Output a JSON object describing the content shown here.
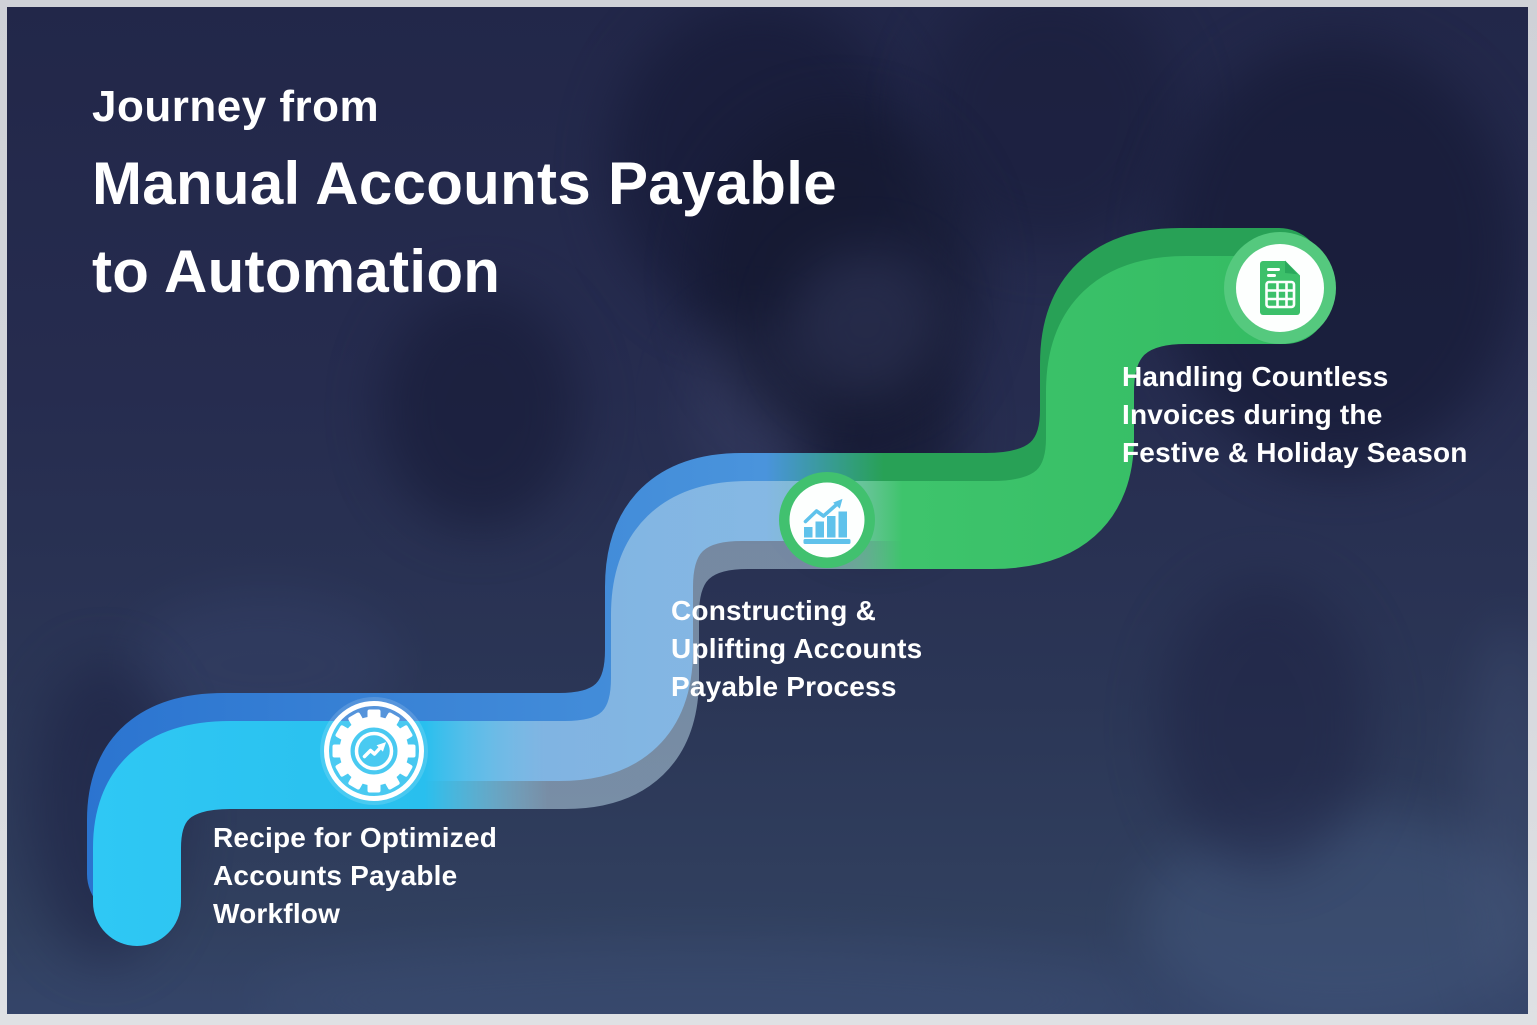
{
  "title": {
    "kicker": "Journey from",
    "main_line1": "Manual Accounts Payable",
    "main_line2": "to Automation"
  },
  "milestones": [
    {
      "icon": "gear-growth-icon",
      "lines": [
        "Recipe for Optimized",
        "Accounts Payable",
        "Workflow"
      ]
    },
    {
      "icon": "bar-chart-growth-icon",
      "lines": [
        "Constructing &",
        "Uplifting Accounts",
        "Payable Process"
      ]
    },
    {
      "icon": "invoice-document-icon",
      "lines": [
        "Handling Countless",
        "Invoices during the",
        "Festive & Holiday Season"
      ]
    }
  ],
  "colors": {
    "path_cyan_bright": "#2fc8f4",
    "path_cyan": "#29bfee",
    "path_pale_blue": "#bcdaeb",
    "path_green": "#3ec46c",
    "path_green_deep": "#33bb62",
    "path_back_blue_start": "#2b74d0",
    "path_back_blue": "#4a94dc",
    "path_back_green": "#28a156",
    "halo_green": "#41c16f",
    "halo_light_green": "#55c97e",
    "icon_chart_blue": "#5fc2eb",
    "icon_doc_green": "#3cc06a",
    "background_navy_top": "#232849",
    "background_navy_bottom": "#2e3c5d",
    "frame_gray": "#d3d5da",
    "text_white": "#ffffff"
  }
}
